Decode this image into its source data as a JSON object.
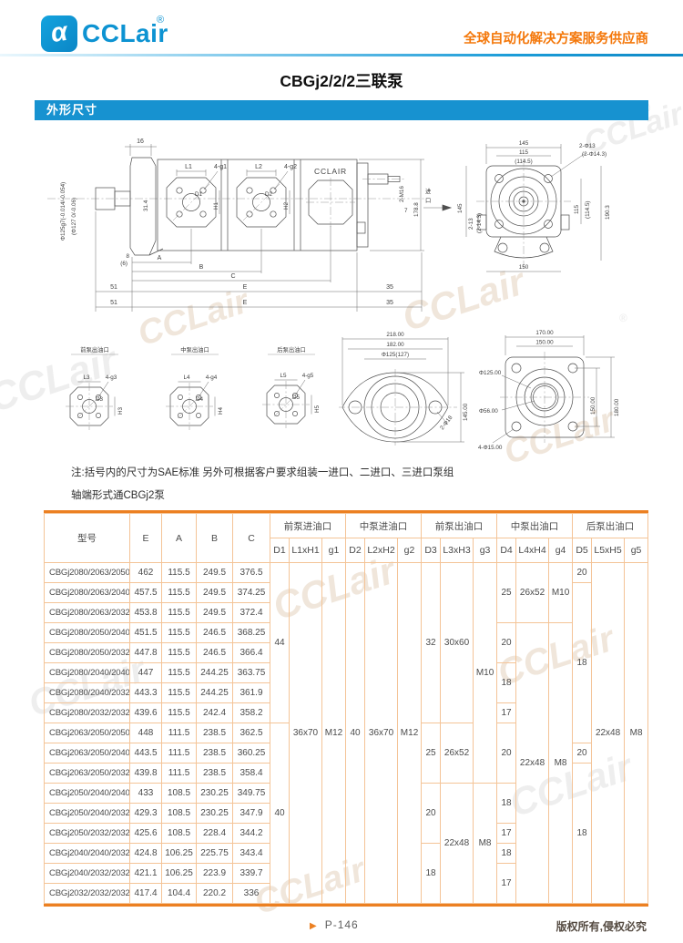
{
  "header": {
    "brand": "CCLair",
    "brand_glyph": "α",
    "reg": "®",
    "tagline": "全球自动化解决方案服务供应商"
  },
  "title": "CBGj2/2/2三联泵",
  "section_title": "外形尺寸",
  "watermark": "CCLair",
  "notes": {
    "line1": "注:括号内的尺寸为SAE标准 另外可根据客户要求组装一进口、二进口、三进口泵组",
    "line2": "轴端形式通CBGj2泵"
  },
  "dw": {
    "side": {
      "d16": "16",
      "shaft1": "Φ125g7(-0.014/-0.054)",
      "shaft2": "(Φ127 0/-0.06)",
      "d314": "31.4",
      "L1": "L1",
      "g1": "4-g1",
      "D1": "D1",
      "H1": "H1",
      "L2": "L2",
      "g2": "4-g2",
      "D2": "D2",
      "H2": "H2",
      "brand": "CCLAIR",
      "m16": "2-M16",
      "d7": "7",
      "d1788": "178.8",
      "d8": "8",
      "d6": "(6)",
      "A": "A",
      "B": "B",
      "C": "C",
      "E": "E",
      "d51": "51",
      "d35": "35"
    },
    "front": {
      "inlet1": "进",
      "inlet2": "口",
      "d145": "145",
      "d115": "115",
      "d1145": "(114.5)",
      "holes": "2-Φ13",
      "holes2": "(2-Φ14.3)",
      "d145l": "145",
      "d213": "2-13",
      "d2143": "(2-14.3)",
      "d115r": "115",
      "d1145r": "(114.5)",
      "d1903": "190.3",
      "d150": "150"
    },
    "ports": [
      {
        "title": "前泵出油口",
        "L": "L3",
        "g": "4-g3",
        "D": "D3",
        "H": "H3"
      },
      {
        "title": "中泵出油口",
        "L": "L4",
        "g": "4-g4",
        "D": "D4",
        "H": "H4"
      },
      {
        "title": "后泵出油口",
        "L": "L5",
        "g": "4-g5",
        "D": "D5",
        "H": "H5"
      }
    ],
    "oval": {
      "d218": "218.00",
      "d182": "182.00",
      "dphi": "Φ125(127)",
      "d145": "145.00",
      "holes": "2-Φ18"
    },
    "square": {
      "d170": "170.00",
      "d150t": "150.00",
      "phi125": "Φ125.00",
      "phi56": "Φ56.00",
      "d150r": "150.00",
      "d180": "180.00",
      "holes": "4-Φ15.00"
    }
  },
  "table": {
    "model_header": "型号",
    "simple_headers": [
      "E",
      "A",
      "B",
      "C"
    ],
    "groups": [
      "前泵进油口",
      "中泵进油口",
      "前泵出油口",
      "中泵出油口",
      "后泵出油口"
    ],
    "subcols": [
      "D1",
      "L1xH1",
      "g1",
      "D2",
      "L2xH2",
      "g2",
      "D3",
      "L3xH3",
      "g3",
      "D4",
      "L4xH4",
      "g4",
      "D5",
      "L5xH5",
      "g5"
    ],
    "rows": [
      [
        "CBGj2080/2063/2050",
        "462",
        "115.5",
        "249.5",
        "376.5"
      ],
      [
        "CBGj2080/2063/2040",
        "457.5",
        "115.5",
        "249.5",
        "374.25"
      ],
      [
        "CBGj2080/2063/2032",
        "453.8",
        "115.5",
        "249.5",
        "372.4"
      ],
      [
        "CBGj2080/2050/2040",
        "451.5",
        "115.5",
        "246.5",
        "368.25"
      ],
      [
        "CBGj2080/2050/2032",
        "447.8",
        "115.5",
        "246.5",
        "366.4"
      ],
      [
        "CBGj2080/2040/2040",
        "447",
        "115.5",
        "244.25",
        "363.75"
      ],
      [
        "CBGj2080/2040/2032",
        "443.3",
        "115.5",
        "244.25",
        "361.9"
      ],
      [
        "CBGj2080/2032/2032",
        "439.6",
        "115.5",
        "242.4",
        "358.2"
      ],
      [
        "CBGj2063/2050/2050",
        "448",
        "111.5",
        "238.5",
        "362.5"
      ],
      [
        "CBGj2063/2050/2040",
        "443.5",
        "111.5",
        "238.5",
        "360.25"
      ],
      [
        "CBGj2063/2050/2032",
        "439.8",
        "111.5",
        "238.5",
        "358.4"
      ],
      [
        "CBGj2050/2040/2040",
        "433",
        "108.5",
        "230.25",
        "349.75"
      ],
      [
        "CBGj2050/2040/2032",
        "429.3",
        "108.5",
        "230.25",
        "347.9"
      ],
      [
        "CBGj2050/2032/2032",
        "425.6",
        "108.5",
        "228.4",
        "344.2"
      ],
      [
        "CBGj2040/2040/2032",
        "424.8",
        "106.25",
        "225.75",
        "343.4"
      ],
      [
        "CBGj2040/2032/2032",
        "421.1",
        "106.25",
        "223.9",
        "339.7"
      ],
      [
        "CBGj2032/2032/2032",
        "417.4",
        "104.4",
        "220.2",
        "336"
      ]
    ],
    "merged_cells": [
      [
        [
          1,
          8,
          "44"
        ],
        [
          9,
          9,
          "40"
        ]
      ],
      [
        [
          1,
          17,
          "36x70"
        ]
      ],
      [
        [
          1,
          17,
          "M12"
        ]
      ],
      [
        [
          1,
          17,
          "40"
        ]
      ],
      [
        [
          1,
          17,
          "36x70"
        ]
      ],
      [
        [
          1,
          17,
          "M12"
        ]
      ],
      [
        [
          1,
          8,
          "32"
        ],
        [
          9,
          3,
          "25"
        ],
        [
          12,
          3,
          "20"
        ],
        [
          15,
          3,
          "18"
        ]
      ],
      [
        [
          1,
          8,
          "30x60"
        ],
        [
          9,
          3,
          "26x52"
        ],
        [
          12,
          6,
          "22x48"
        ]
      ],
      [
        [
          1,
          11,
          "M10"
        ],
        [
          12,
          6,
          "M8"
        ]
      ],
      [
        [
          1,
          3,
          "25"
        ],
        [
          4,
          2,
          "20"
        ],
        [
          6,
          2,
          "18"
        ],
        [
          8,
          1,
          "17"
        ],
        [
          9,
          3,
          "20"
        ],
        [
          12,
          2,
          "18"
        ],
        [
          14,
          1,
          "17"
        ],
        [
          15,
          1,
          "18"
        ],
        [
          16,
          2,
          "17"
        ]
      ],
      [
        [
          1,
          3,
          "26x52"
        ],
        [
          4,
          14,
          "22x48"
        ]
      ],
      [
        [
          1,
          3,
          "M10"
        ],
        [
          4,
          14,
          "M8"
        ]
      ],
      [
        [
          1,
          1,
          "20"
        ],
        [
          2,
          8,
          "18"
        ],
        [
          10,
          1,
          "20"
        ],
        [
          11,
          7,
          "18"
        ]
      ],
      [
        [
          1,
          17,
          "22x48"
        ]
      ],
      [
        [
          1,
          17,
          "M8"
        ]
      ]
    ]
  },
  "footer": {
    "arrow": "▶",
    "page": "P-146",
    "copyright": "版权所有,侵权必究"
  }
}
